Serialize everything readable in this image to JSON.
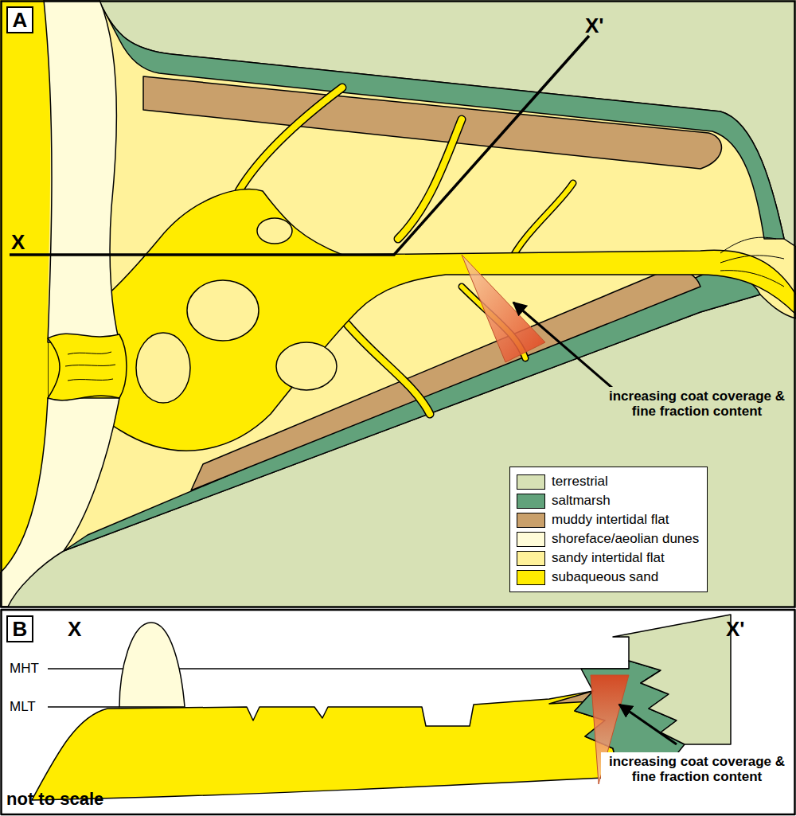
{
  "diagram": {
    "nodes": [
      {
        "text": [
          "A"
        ]
      },
      {
        "text": [
          "B"
        ]
      }
    ],
    "labels": [
      "X'",
      "X",
      "increasing coat coverage & fine fraction content",
      "X",
      "X'",
      "MHT",
      "MLT",
      "increasing coat coverage & fine fraction content",
      "not to scale"
    ],
    "legend": [
      {
        "text": "terrestrial",
        "color": "#d7e1b5"
      },
      {
        "text": "saltmarsh",
        "color": "#62a27b"
      },
      {
        "text": "muddy intertidal flat",
        "color": "#c9a06b"
      },
      {
        "text": "shoreface/aeolian dunes",
        "color": "#fffcd9"
      },
      {
        "text": "sandy intertidal flat",
        "color": "#fff29a"
      },
      {
        "text": "subaqueous sand",
        "color": "#ffec00"
      }
    ]
  }
}
